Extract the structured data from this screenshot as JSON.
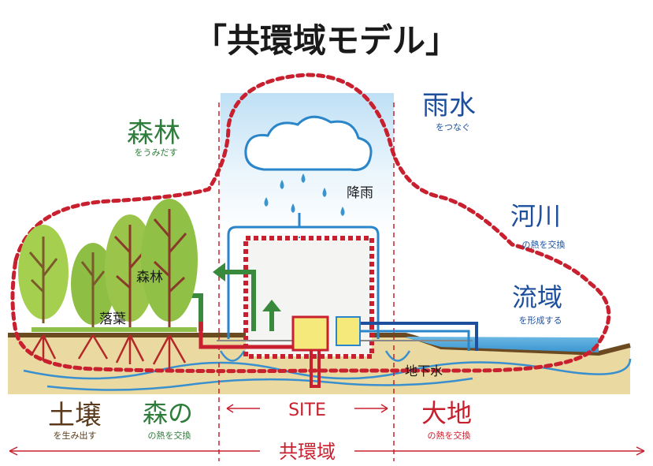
{
  "title": "「共環域モデル」",
  "labels": {
    "forest_top": "森林",
    "forest_top_sub": "をうみだす",
    "rain_top": "雨水",
    "rain_top_sub": "をつなぐ",
    "rainfall": "降雨",
    "river": "河川",
    "river_sub": "の熱を交換",
    "basin": "流域",
    "basin_sub": "を形成する",
    "forest_mid": "森林",
    "fallen_leaves": "落葉",
    "groundwater": "地下水",
    "soil": "土壌",
    "soil_sub": "を生み出す",
    "forest_heat": "森の",
    "forest_heat_sub": "の熱を交換",
    "site": "SITE",
    "earth": "大地",
    "earth_sub": "の熱を交換",
    "kyokan": "共環域"
  },
  "colors": {
    "red_dots": "#c8202e",
    "forest_green": "#2f7d3b",
    "water_blue": "#1d4f9c",
    "brown": "#5a3a1a",
    "earth_red": "#c8202e",
    "ground": "#ead9a0",
    "sea": "#4aa3d8",
    "tree_leaf": "#9bc54a",
    "yellow_box": "#f4e97a"
  },
  "icons": [
    "cloud-icon",
    "raindrop-icon",
    "tree-icon",
    "arrow-icon"
  ]
}
